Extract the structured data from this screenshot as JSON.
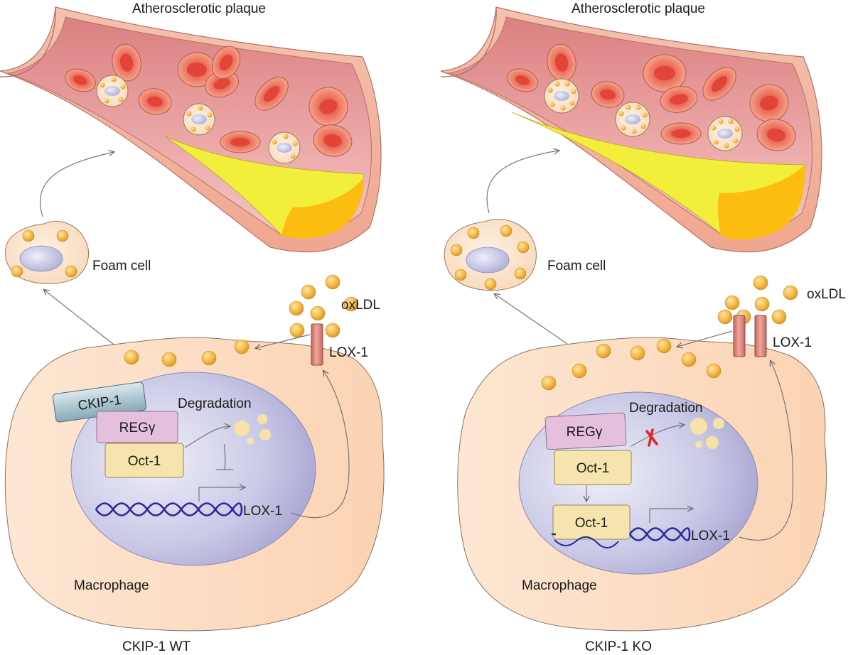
{
  "panels": [
    {
      "id": "wt",
      "plaque_label": "Atherosclerotic plaque",
      "foam_cell_label": "Foam cell",
      "oxldl_label": "oxLDL",
      "receptor_label": "LOX-1",
      "ckip_label": "CKIP-1",
      "reg_label": "REGγ",
      "oct1_label": "Oct-1",
      "degradation_label": "Degradation",
      "gene_label": "LOX-1",
      "macrophage_label": "Macrophage",
      "condition_label": "CKIP-1 WT"
    },
    {
      "id": "ko",
      "plaque_label": "Atherosclerotic plaque",
      "foam_cell_label": "Foam cell",
      "oxldl_label": "oxLDL",
      "receptor_label": "LOX-1",
      "reg_label": "REGγ",
      "oct1_label": "Oct-1",
      "oct1_bound_label": "Oct-1",
      "degradation_label": "Degradation",
      "gene_label": "LOX-1",
      "macrophage_label": "Macrophage",
      "condition_label": "CKIP-1 KO"
    }
  ],
  "colors": {
    "vessel_wall": "#f2b9a3",
    "lumen": "#e9a4a4",
    "plaque_yellow": "#f1ee3c",
    "plaque_orange": "#fdbd10",
    "cell_body": "#fde3cc",
    "nucleus": "#c2c0e3",
    "lipid": "#f4b845",
    "receptor": "#e39a90",
    "dna": "#2a2aa0",
    "block_x": "#e8231f"
  }
}
